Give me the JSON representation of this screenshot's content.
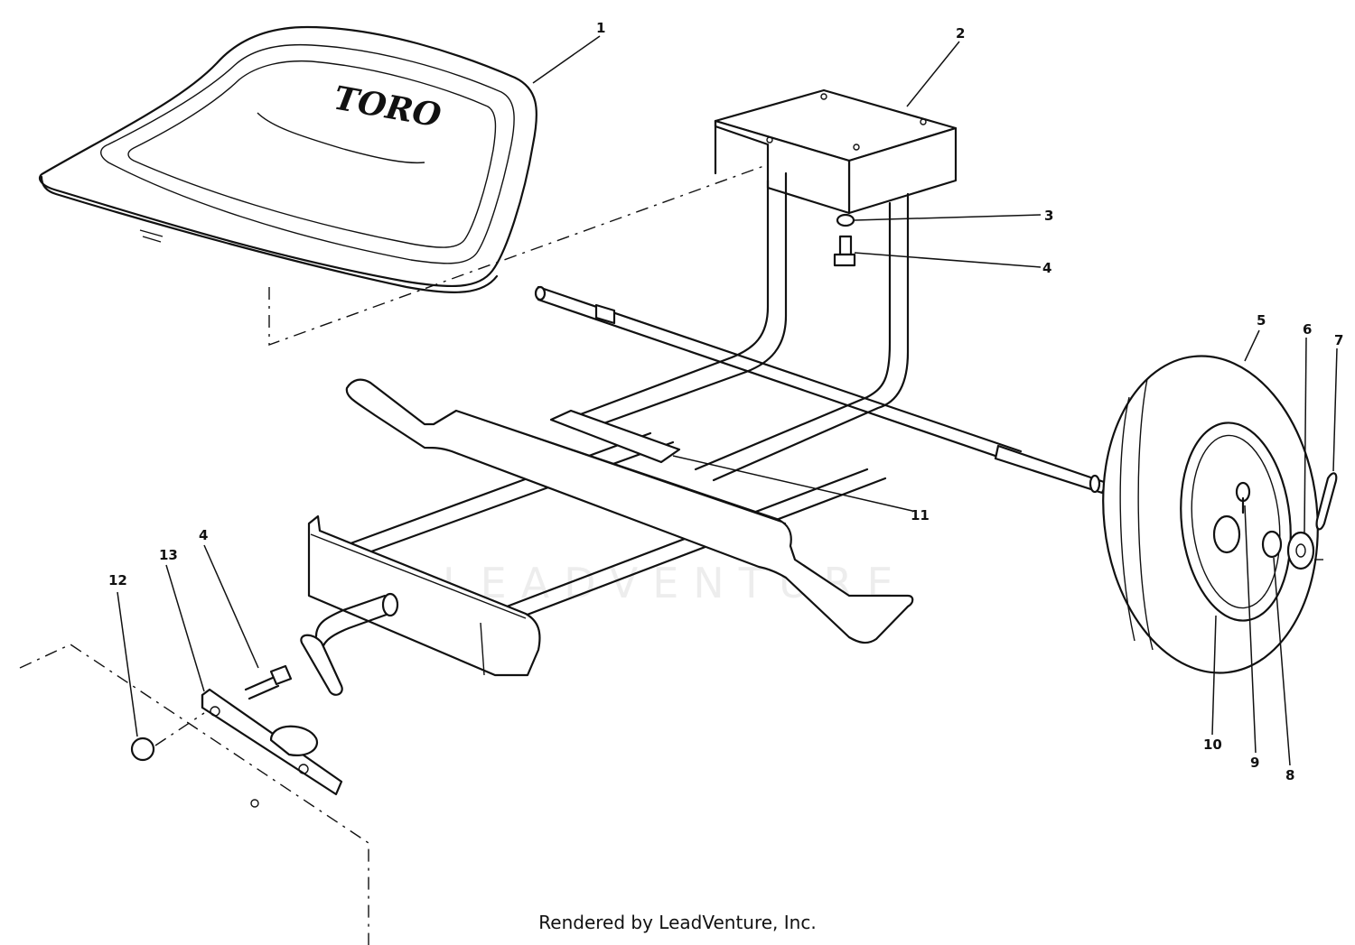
{
  "diagram": {
    "seat_brand": "TORO",
    "watermark": "LEADVENTURE",
    "footer": "Rendered by LeadVenture, Inc.",
    "callouts": [
      {
        "id": "1",
        "label": "1"
      },
      {
        "id": "2",
        "label": "2"
      },
      {
        "id": "3",
        "label": "3"
      },
      {
        "id": "4a",
        "label": "4"
      },
      {
        "id": "5",
        "label": "5"
      },
      {
        "id": "6",
        "label": "6"
      },
      {
        "id": "7",
        "label": "7"
      },
      {
        "id": "8",
        "label": "8"
      },
      {
        "id": "9",
        "label": "9"
      },
      {
        "id": "10",
        "label": "10"
      },
      {
        "id": "11",
        "label": "11"
      },
      {
        "id": "12",
        "label": "12"
      },
      {
        "id": "13",
        "label": "13"
      },
      {
        "id": "4b",
        "label": "4"
      }
    ]
  }
}
